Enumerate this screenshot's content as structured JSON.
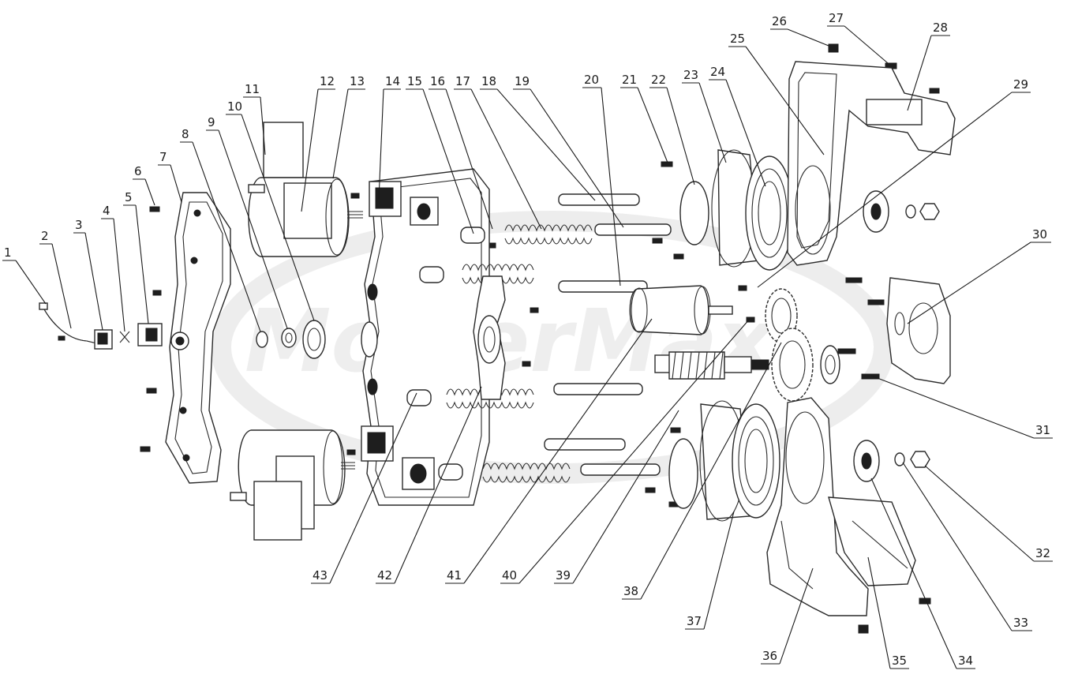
{
  "watermark": {
    "text": "MowerMax"
  },
  "callouts": [
    {
      "id": "1",
      "text": "1"
    },
    {
      "id": "2",
      "text": "2"
    },
    {
      "id": "3",
      "text": "3"
    },
    {
      "id": "4",
      "text": "4"
    },
    {
      "id": "5",
      "text": "5"
    },
    {
      "id": "6",
      "text": "6"
    },
    {
      "id": "7",
      "text": "7"
    },
    {
      "id": "8",
      "text": "8"
    },
    {
      "id": "9",
      "text": "9"
    },
    {
      "id": "10",
      "text": "10"
    },
    {
      "id": "11",
      "text": "11"
    },
    {
      "id": "12",
      "text": "12"
    },
    {
      "id": "13",
      "text": "13"
    },
    {
      "id": "14",
      "text": "14"
    },
    {
      "id": "15",
      "text": "15"
    },
    {
      "id": "16",
      "text": "16"
    },
    {
      "id": "17",
      "text": "17"
    },
    {
      "id": "18",
      "text": "18"
    },
    {
      "id": "19",
      "text": "19"
    },
    {
      "id": "20",
      "text": "20"
    },
    {
      "id": "21",
      "text": "21"
    },
    {
      "id": "22",
      "text": "22"
    },
    {
      "id": "23",
      "text": "23"
    },
    {
      "id": "24",
      "text": "24"
    },
    {
      "id": "25",
      "text": "25"
    },
    {
      "id": "26",
      "text": "26"
    },
    {
      "id": "27",
      "text": "27"
    },
    {
      "id": "28",
      "text": "28"
    },
    {
      "id": "29",
      "text": "29"
    },
    {
      "id": "30",
      "text": "30"
    },
    {
      "id": "31",
      "text": "31"
    },
    {
      "id": "32",
      "text": "32"
    },
    {
      "id": "33",
      "text": "33"
    },
    {
      "id": "34",
      "text": "34"
    },
    {
      "id": "35",
      "text": "35"
    },
    {
      "id": "36",
      "text": "36"
    },
    {
      "id": "37",
      "text": "37"
    },
    {
      "id": "38",
      "text": "38"
    },
    {
      "id": "39",
      "text": "39"
    },
    {
      "id": "40",
      "text": "40"
    },
    {
      "id": "41",
      "text": "41"
    },
    {
      "id": "42",
      "text": "42"
    },
    {
      "id": "43",
      "text": "43"
    }
  ]
}
